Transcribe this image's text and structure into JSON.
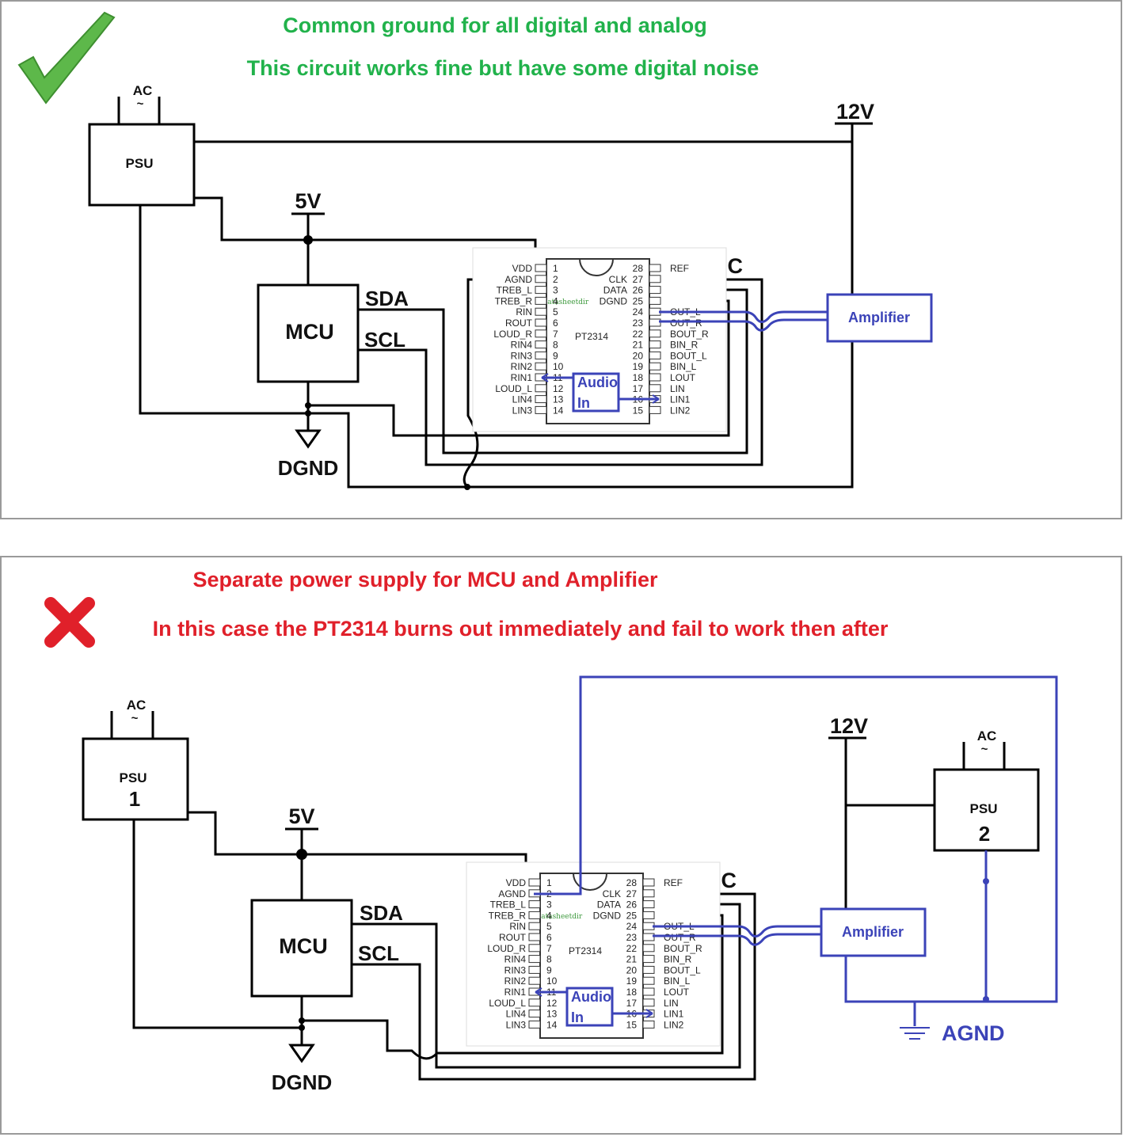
{
  "top": {
    "heading1": "Common ground for all digital and analog",
    "heading2": "This circuit works fine but have some digital noise",
    "status_icon": "checkmark-icon",
    "status_color": "#21b24b",
    "psu": {
      "ac_label": "AC",
      "ac_symbol": "~",
      "name": "PSU"
    },
    "v12": "12V",
    "v5": "5V",
    "mcu": "MCU",
    "sda": "SDA",
    "scl": "SCL",
    "dgnd": "DGND",
    "i2c": "I2C",
    "amplifier": "Amplifier",
    "audio_in_1": "Audio",
    "audio_in_2": "In"
  },
  "bottom": {
    "heading1": "Separate power supply for MCU and Amplifier",
    "heading2": "In this case the PT2314 burns out immediately and fail to work then after",
    "status_icon": "cross-icon",
    "status_color": "#e0202a",
    "psu1": {
      "ac_label": "AC",
      "ac_symbol": "~",
      "name": "PSU",
      "number": "1"
    },
    "psu2": {
      "ac_label": "AC",
      "ac_symbol": "~",
      "name": "PSU",
      "number": "2"
    },
    "v12": "12V",
    "v5": "5V",
    "mcu": "MCU",
    "sda": "SDA",
    "scl": "SCL",
    "dgnd": "DGND",
    "agnd": "AGND",
    "i2c": "I2C",
    "amplifier": "Amplifier",
    "audio_in_1": "Audio",
    "audio_in_2": "In"
  },
  "chip": {
    "name": "PT2314",
    "watermark": "Datasheetdir",
    "left_pins": [
      {
        "label": "VDD",
        "num": "1"
      },
      {
        "label": "AGND",
        "num": "2"
      },
      {
        "label": "TREB_L",
        "num": "3"
      },
      {
        "label": "TREB_R",
        "num": "4"
      },
      {
        "label": "RIN",
        "num": "5"
      },
      {
        "label": "ROUT",
        "num": "6"
      },
      {
        "label": "LOUD_R",
        "num": "7"
      },
      {
        "label": "RIN4",
        "num": "8"
      },
      {
        "label": "RIN3",
        "num": "9"
      },
      {
        "label": "RIN2",
        "num": "10"
      },
      {
        "label": "RIN1",
        "num": "11"
      },
      {
        "label": "LOUD_L",
        "num": "12"
      },
      {
        "label": "LIN4",
        "num": "13"
      },
      {
        "label": "LIN3",
        "num": "14"
      }
    ],
    "right_pins": [
      {
        "label": "REF",
        "num": "28",
        "inner": ""
      },
      {
        "label": "",
        "num": "27",
        "inner": "CLK"
      },
      {
        "label": "",
        "num": "26",
        "inner": "DATA"
      },
      {
        "label": "",
        "num": "25",
        "inner": "DGND"
      },
      {
        "label": "OUT_L",
        "num": "24",
        "inner": ""
      },
      {
        "label": "OUT_R",
        "num": "23",
        "inner": ""
      },
      {
        "label": "BOUT_R",
        "num": "22",
        "inner": ""
      },
      {
        "label": "BIN_R",
        "num": "21",
        "inner": ""
      },
      {
        "label": "BOUT_L",
        "num": "20",
        "inner": ""
      },
      {
        "label": "BIN_L",
        "num": "19",
        "inner": ""
      },
      {
        "label": "LOUT",
        "num": "18",
        "inner": ""
      },
      {
        "label": "LIN",
        "num": "17",
        "inner": ""
      },
      {
        "label": "LIN1",
        "num": "16",
        "inner": ""
      },
      {
        "label": "LIN2",
        "num": "15",
        "inner": ""
      }
    ]
  }
}
